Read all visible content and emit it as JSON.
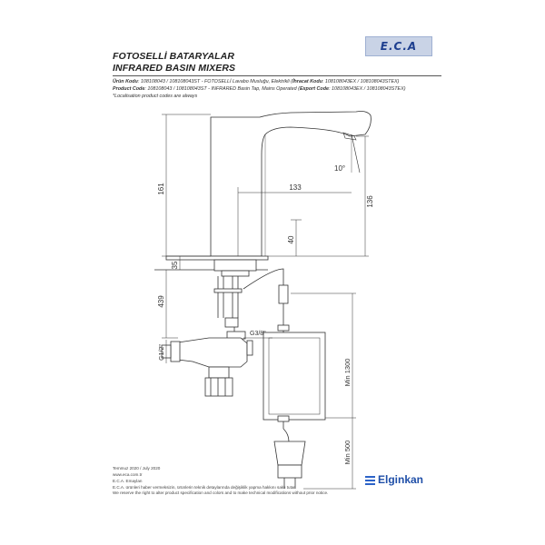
{
  "header": {
    "title_tr": "FOTOSELLİ BATARYALAR",
    "title_en": "INFRARED BASIN MIXERS",
    "logo_text": "E.C.A"
  },
  "codes": {
    "tr_label": "Ürün Kodu",
    "tr_value": ": 108108043 / 108108043ST - FOTOSELLİ Lavabo Musluğu, Elektrikli (",
    "tr_export_label": "İhracat Kodu",
    "tr_export_value": ": 108108043EX / 108108043STEX)",
    "en_label": "Product Code",
    "en_value": ": 108108043 / 108108043ST - INFRARED Basin Tap, Mains Operated (",
    "en_export_label": "Export Code",
    "en_export_value": ": 108108043EX / 108108043STEX)",
    "note": "*Localisation product codes are always"
  },
  "dimensions": {
    "d161": "161",
    "d133": "133",
    "d10deg": "10°",
    "d136": "136",
    "d40": "40",
    "d35": "35",
    "d439": "439",
    "g38": "G3/8\"",
    "g12": "G1/2\"",
    "min1300": "Min 1300",
    "min500": "Min 500"
  },
  "footer": {
    "date": "Temmuz 2020 / July 2020",
    "web": "www.eca.com.tr",
    "company": "E.C.A. Emaylan",
    "disclaimer_tr": "E.C.A. ürünleri haber vermeksizin, ürünlerin teknik detaylarında değişiklik yapma hakkını saklı tutar.",
    "disclaimer_en": "We reserve the right to alter product specification and colors and to make technical modifications without prior notice.",
    "brand": "Elginkan"
  }
}
